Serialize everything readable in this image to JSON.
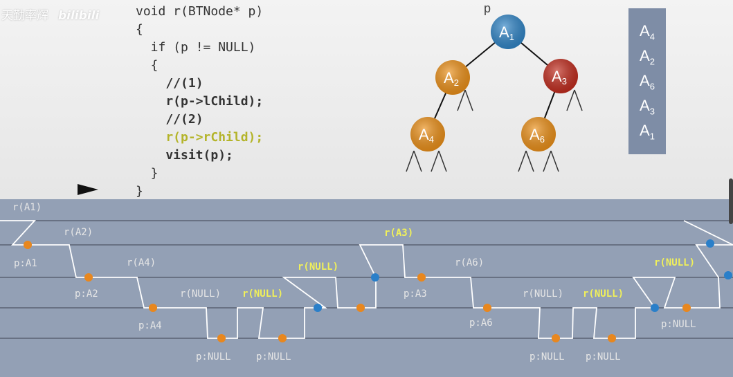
{
  "watermark": {
    "text": "天勤率辉",
    "logo": "bilibili"
  },
  "code": {
    "lines": [
      {
        "text": "void r(BTNode* p)",
        "style": "normal"
      },
      {
        "text": "{",
        "style": "normal"
      },
      {
        "text": "  if (p != NULL)",
        "style": "normal"
      },
      {
        "text": "  {",
        "style": "normal"
      },
      {
        "text": "    //(1)",
        "style": "bold"
      },
      {
        "text": "    r(p->lChild);",
        "style": "bold"
      },
      {
        "text": "    //(2)",
        "style": "bold"
      },
      {
        "text": "    r(p->rChild);",
        "style": "highlight"
      },
      {
        "text": "    visit(p);",
        "style": "bold"
      },
      {
        "text": "  }",
        "style": "normal"
      },
      {
        "text": "}",
        "style": "normal"
      }
    ],
    "pointer_icon": "triangle-right-icon"
  },
  "tree": {
    "pointer_label": "p",
    "nodes": [
      {
        "id": "A1",
        "letter": "A",
        "sub": "1",
        "color": "#2f84c6"
      },
      {
        "id": "A2",
        "letter": "A",
        "sub": "2",
        "color": "#eb8f17"
      },
      {
        "id": "A3",
        "letter": "A",
        "sub": "3",
        "color": "#c02a1c"
      },
      {
        "id": "A4",
        "letter": "A",
        "sub": "4",
        "color": "#eb8f17"
      },
      {
        "id": "A6",
        "letter": "A",
        "sub": "6",
        "color": "#eb8f17"
      }
    ]
  },
  "stack": {
    "items": [
      {
        "letter": "A",
        "sub": "4"
      },
      {
        "letter": "A",
        "sub": "2"
      },
      {
        "letter": "A",
        "sub": "6"
      },
      {
        "letter": "A",
        "sub": "3"
      },
      {
        "letter": "A",
        "sub": "1"
      }
    ]
  },
  "trace": {
    "colors": {
      "normal_text": "#e6e6e6",
      "highlight_text": "#f0f05a",
      "visit_dot": "#e8871e",
      "return_dot": "#2a7fc9"
    },
    "labels": [
      {
        "text": "r(A1)",
        "kind": "call"
      },
      {
        "text": "r(A2)",
        "kind": "call"
      },
      {
        "text": "p:A1",
        "kind": "visit"
      },
      {
        "text": "r(A4)",
        "kind": "call"
      },
      {
        "text": "p:A2",
        "kind": "visit"
      },
      {
        "text": "r(NULL)",
        "kind": "call"
      },
      {
        "text": "r(NULL)",
        "kind": "call-highlight"
      },
      {
        "text": "p:A4",
        "kind": "visit"
      },
      {
        "text": "p:NULL",
        "kind": "visit"
      },
      {
        "text": "p:NULL",
        "kind": "visit"
      },
      {
        "text": "r(NULL)",
        "kind": "call-highlight"
      },
      {
        "text": "r(A3)",
        "kind": "call-highlight"
      },
      {
        "text": "r(A6)",
        "kind": "call"
      },
      {
        "text": "p:A3",
        "kind": "visit"
      },
      {
        "text": "r(NULL)",
        "kind": "call"
      },
      {
        "text": "r(NULL)",
        "kind": "call-highlight"
      },
      {
        "text": "p:A6",
        "kind": "visit"
      },
      {
        "text": "p:NULL",
        "kind": "visit"
      },
      {
        "text": "p:NULL",
        "kind": "visit"
      },
      {
        "text": "r(NULL)",
        "kind": "call-highlight"
      },
      {
        "text": "p:NULL",
        "kind": "visit"
      }
    ]
  }
}
